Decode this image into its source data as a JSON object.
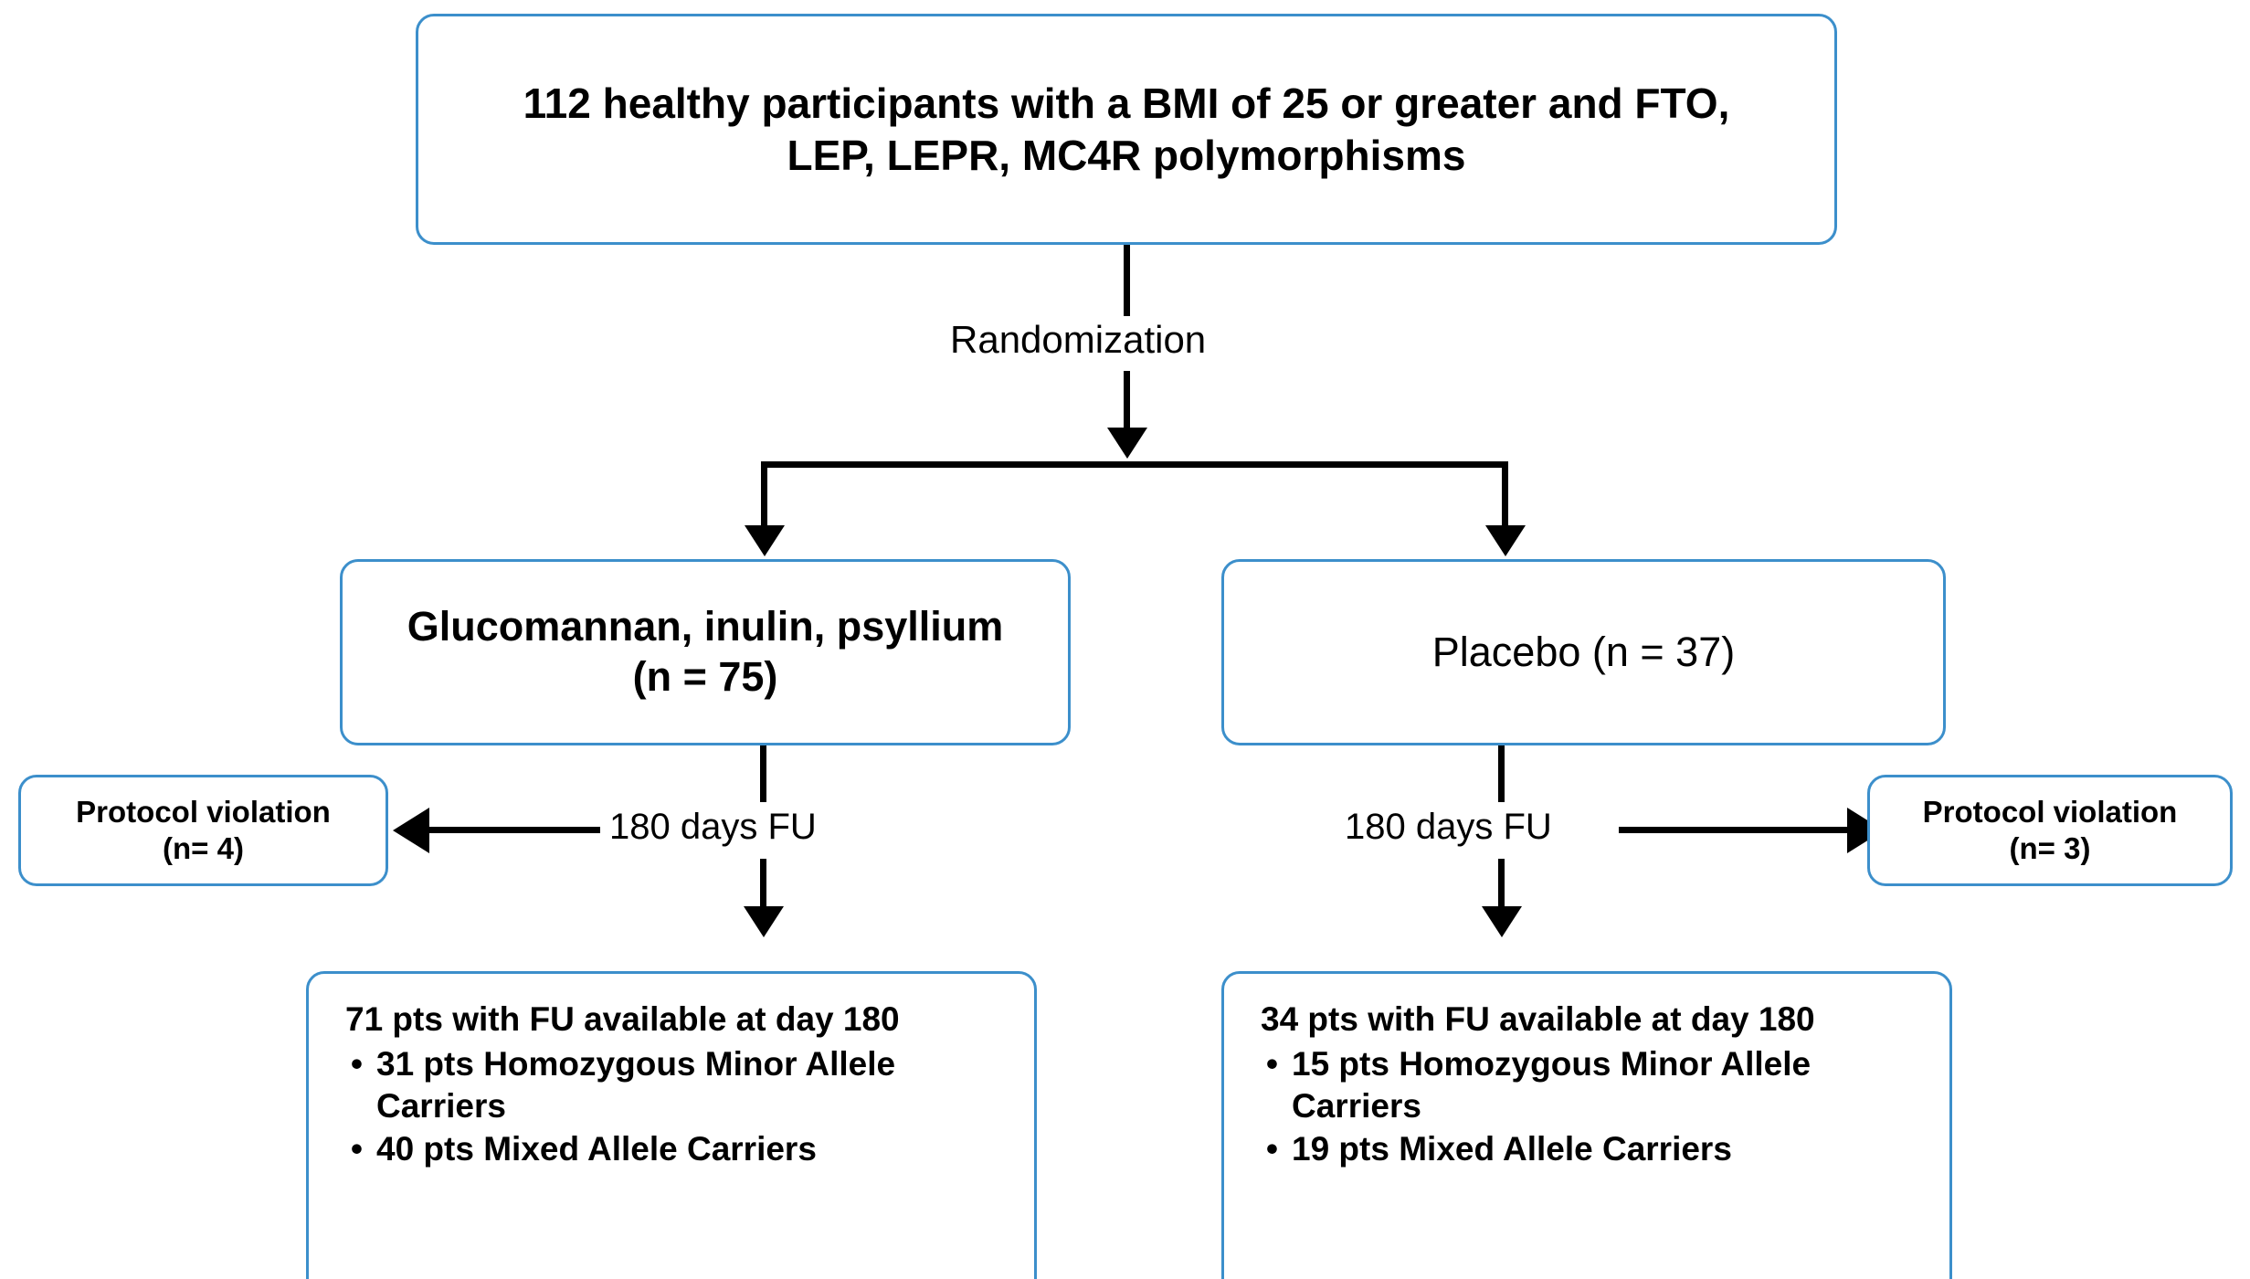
{
  "figure": {
    "type": "flowchart",
    "orientation": "top-down",
    "colors": {
      "box_border": "#3c8fcb",
      "connector": "#000000",
      "text": "#000000",
      "background": "#ffffff"
    }
  },
  "nodes": {
    "enrollment": {
      "lines": [
        "112 healthy participants with a BMI of 25 or greater and FTO,",
        "LEP, LEPR, MC4R polymorphisms"
      ]
    },
    "treatment": {
      "lines": [
        "Glucomannan, inulin, psyllium",
        "(n = 75)"
      ]
    },
    "placebo": {
      "lines": [
        "Placebo (n = 37)"
      ]
    },
    "violation_left": {
      "lines": [
        "Protocol violation",
        "(n= 4)"
      ]
    },
    "violation_right": {
      "lines": [
        "Protocol violation",
        "(n= 3)"
      ]
    },
    "outcome_left": {
      "heading": "71 pts with FU available at day 180",
      "bullets": [
        "31 pts Homozygous Minor Allele Carriers",
        "40 pts Mixed Allele Carriers"
      ]
    },
    "outcome_right": {
      "heading": "34 pts with FU available at day 180",
      "bullets": [
        "15 pts Homozygous Minor Allele Carriers",
        "19 pts Mixed Allele Carriers"
      ]
    }
  },
  "edge_labels": {
    "randomization": "Randomization",
    "followup_left": "180 days FU",
    "followup_right": "180 days FU"
  }
}
